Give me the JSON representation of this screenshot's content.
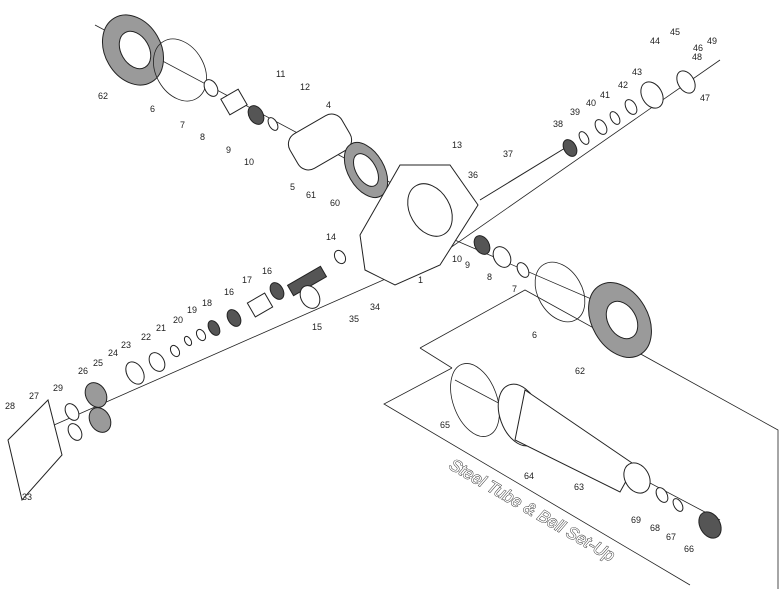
{
  "caption": "Steel Tube & Bell Set-Up",
  "callouts": [
    "1",
    "4",
    "5",
    "6",
    "7",
    "8",
    "9",
    "10",
    "11",
    "12",
    "13",
    "14",
    "15",
    "16",
    "17",
    "18",
    "19",
    "20",
    "21",
    "22",
    "23",
    "24",
    "25",
    "26",
    "27",
    "28",
    "29",
    "33",
    "34",
    "35",
    "36",
    "37",
    "38",
    "39",
    "40",
    "41",
    "42",
    "43",
    "44",
    "45",
    "46",
    "47",
    "48",
    "49",
    "60",
    "61",
    "62",
    "63",
    "64",
    "65",
    "66",
    "67",
    "68",
    "69"
  ]
}
